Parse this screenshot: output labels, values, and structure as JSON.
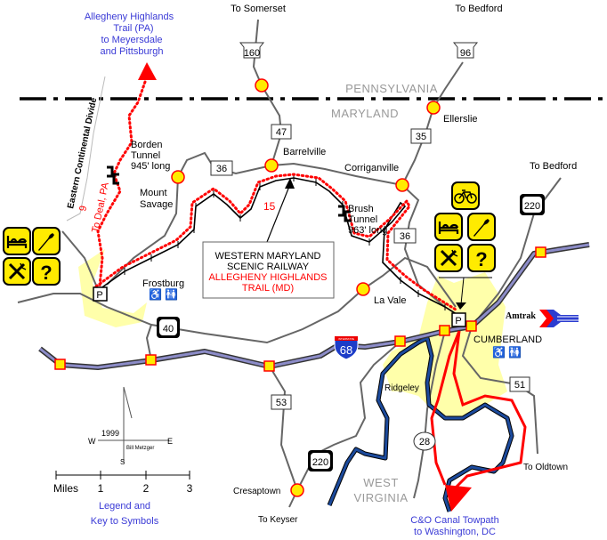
{
  "states": {
    "pa": "PENNSYLVANIA",
    "md": "MARYLAND",
    "wv_1": "WEST",
    "wv_2": "VIRGINIA"
  },
  "trail_pa": {
    "line1": "Allegheny Highlands",
    "line2": "Trail (PA)",
    "line3": "to Meyersdale",
    "line4": "and Pittsburgh"
  },
  "continental_divide": "Eastern Continental Divide",
  "deal": {
    "route": "9",
    "label": "To Deal, PA"
  },
  "borden": {
    "line1": "Borden",
    "line2": "Tunnel",
    "line3": "945' long"
  },
  "brush": {
    "line1": "Brush",
    "line2": "Tunnel",
    "line3": "963' long"
  },
  "towns": {
    "somerset": "To Somerset",
    "bedford_top": "To Bedford",
    "ellerslie": "Ellerslie",
    "barrelville": "Barrelville",
    "corriganville": "Corriganville",
    "bedford_right": "To Bedford",
    "mount_1": "Mount",
    "mount_2": "Savage",
    "frostburg": "Frostburg",
    "la_vale": "La Vale",
    "cumberland": "CUMBERLAND",
    "ridgeley": "Ridgeley",
    "cresaptown": "Cresaptown",
    "keyser": "To Keyser",
    "oldtown": "To Oldtown"
  },
  "routes": {
    "r160": "160",
    "r96": "96",
    "r47": "47",
    "r36a": "36",
    "r35": "35",
    "r36b": "36",
    "r220a": "220",
    "r40": "40",
    "i68": "68",
    "interstate": "INTERSTATE",
    "r53": "53",
    "r51": "51",
    "r28": "28",
    "r220b": "220"
  },
  "trail_number": "15",
  "callout": {
    "line1": "WESTERN MARYLAND",
    "line2": "SCENIC RAILWAY",
    "line3": "ALLEGHENY HIGHLANDS",
    "line4": "TRAIL (MD)"
  },
  "parking": "P",
  "amtrak": "Amtrak",
  "compass": {
    "year": "1999",
    "w": "W",
    "e": "E",
    "s": "S",
    "author": "Bill Metzger"
  },
  "scale": {
    "label": "Miles",
    "t1": "1",
    "t2": "2",
    "t3": "3"
  },
  "legend_link": {
    "line1": "Legend and",
    "line2": "Key to Symbols"
  },
  "co_canal": {
    "line1": "C&O Canal Towpath",
    "line2": "to Washington, DC"
  },
  "colors": {
    "trail": "#ff0000",
    "town": "#ffeb00",
    "urban": "#ffffaa",
    "river": "#1c4a9c",
    "link": "#3a3ad6"
  }
}
